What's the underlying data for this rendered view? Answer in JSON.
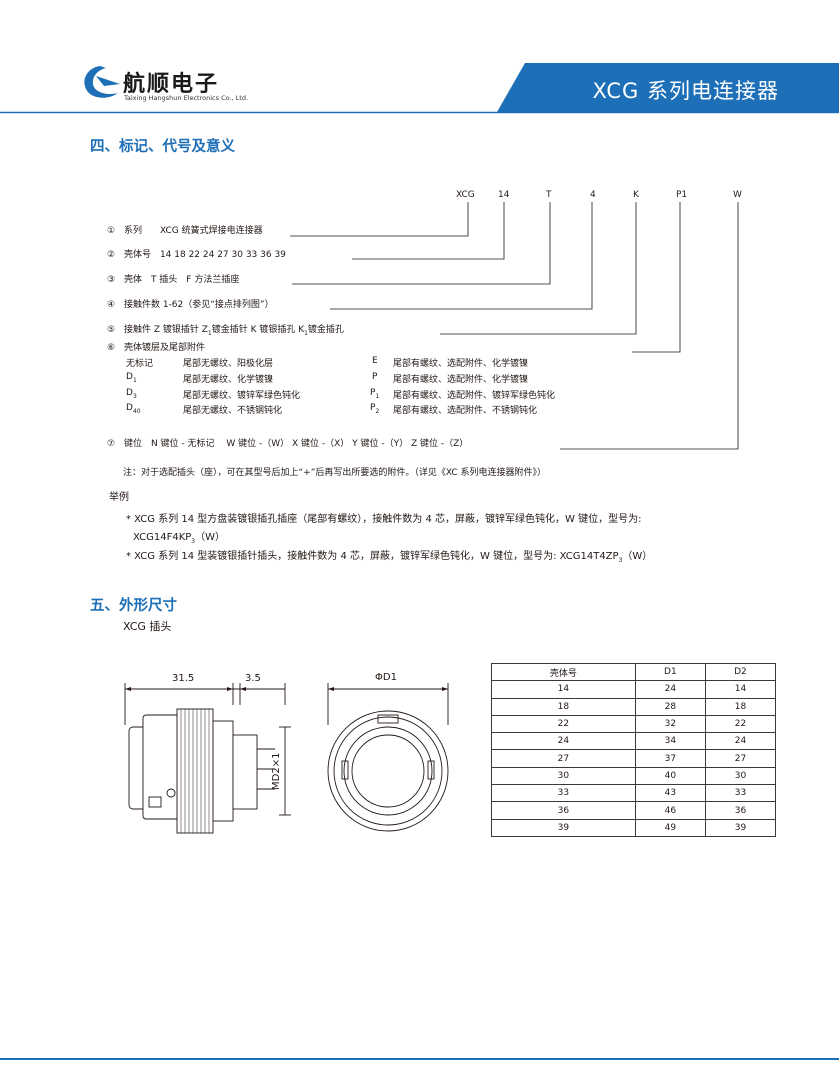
{
  "header": {
    "company_name": "航顺电子",
    "company_sub": "Taixing Hangshun Electronics Co., Ltd.",
    "series_title": "XCG 系列电连接器",
    "logo_icon": "swoosh-logo-icon",
    "accent_color": "#1d6fb7"
  },
  "section4": {
    "title": "四、标记、代号及意义",
    "code_parts": [
      "XCG",
      "14",
      "T",
      "4",
      "K",
      "P1",
      "W"
    ],
    "items": [
      {
        "num": "①",
        "text": "系列　　XCG 统簧式焊接电连接器"
      },
      {
        "num": "②",
        "text": "壳体号　14  18  22  24  27  30  33  36  39"
      },
      {
        "num": "③",
        "text": "壳体　T 插头　F 方法兰插座"
      },
      {
        "num": "④",
        "text": "接触件数  1-62（参见“接点排列图”）"
      },
      {
        "num": "⑤",
        "text_a": "接触件  Z 镀银插针  Z",
        "sub_a": "1",
        "text_b": "镀金插针  K 镀银插孔  K",
        "sub_b": "1",
        "text_c": "镀金插孔"
      },
      {
        "num": "⑥",
        "text": "壳体镀层及尾部附件"
      },
      {
        "num": "⑦",
        "text": "键位　N 键位 - 无标记　 W 键位 -（W）  X 键位 -（X）  Y 键位 -（Y）  Z 键位 -（Z）"
      }
    ],
    "plating": [
      {
        "code": "无标记",
        "sub": "",
        "desc": "尾部无螺纹、阳极化层",
        "code2": "E",
        "sub2": "",
        "desc2": "尾部有螺纹、选配附件、化学镀镍"
      },
      {
        "code": "D",
        "sub": "1",
        "desc": "尾部无螺纹、化学镀镍",
        "code2": "P",
        "sub2": "",
        "desc2": "尾部有螺纹、选配附件、化学镀镍"
      },
      {
        "code": "D",
        "sub": "3",
        "desc": "尾部无螺纹、镀锌军绿色钝化",
        "code2": "P",
        "sub2": "1",
        "desc2": "尾部有螺纹、选配附件、镀锌军绿色钝化"
      },
      {
        "code": "D",
        "sub": "40",
        "desc": "尾部无螺纹、不锈钢钝化",
        "code2": "P",
        "sub2": "2",
        "desc2": "尾部有螺纹、选配附件、不锈钢钝化"
      }
    ],
    "note": "注：对于选配插头（座），可在其型号后加上“+”后再写出所要选的附件。（详见《XC 系列电连接器附件》）",
    "example_title": "举例",
    "example1_line1": "* XCG 系列 14 型方盘装镀银插孔插座（尾部有螺纹），接触件数为 4 芯，屏蔽，镀锌军绿色钝化，W 键位，型号为:",
    "example1_line2_a": "XCG14F4KP",
    "example1_line2_sub": "3",
    "example1_line2_b": "（W）",
    "example2_a": "* XCG 系列 14 型装镀银插针插头，接触件数为 4 芯，屏蔽，镀锌军绿色钝化，W 键位，型号为: XCG14T4ZP",
    "example2_sub": "3",
    "example2_b": "（W）"
  },
  "section5": {
    "title": "五、外形尺寸",
    "subtitle": "XCG 插头",
    "drawing": {
      "dim_length": "31.5",
      "dim_flange": "3.5",
      "dim_thread": "MD2×1",
      "dim_diameter": "ΦD1"
    },
    "table": {
      "headers": [
        "壳体号",
        "D1",
        "D2"
      ],
      "rows": [
        [
          "14",
          "24",
          "14"
        ],
        [
          "18",
          "28",
          "18"
        ],
        [
          "22",
          "32",
          "22"
        ],
        [
          "24",
          "34",
          "24"
        ],
        [
          "27",
          "37",
          "27"
        ],
        [
          "30",
          "40",
          "30"
        ],
        [
          "33",
          "43",
          "33"
        ],
        [
          "36",
          "46",
          "36"
        ],
        [
          "39",
          "49",
          "39"
        ]
      ]
    }
  }
}
